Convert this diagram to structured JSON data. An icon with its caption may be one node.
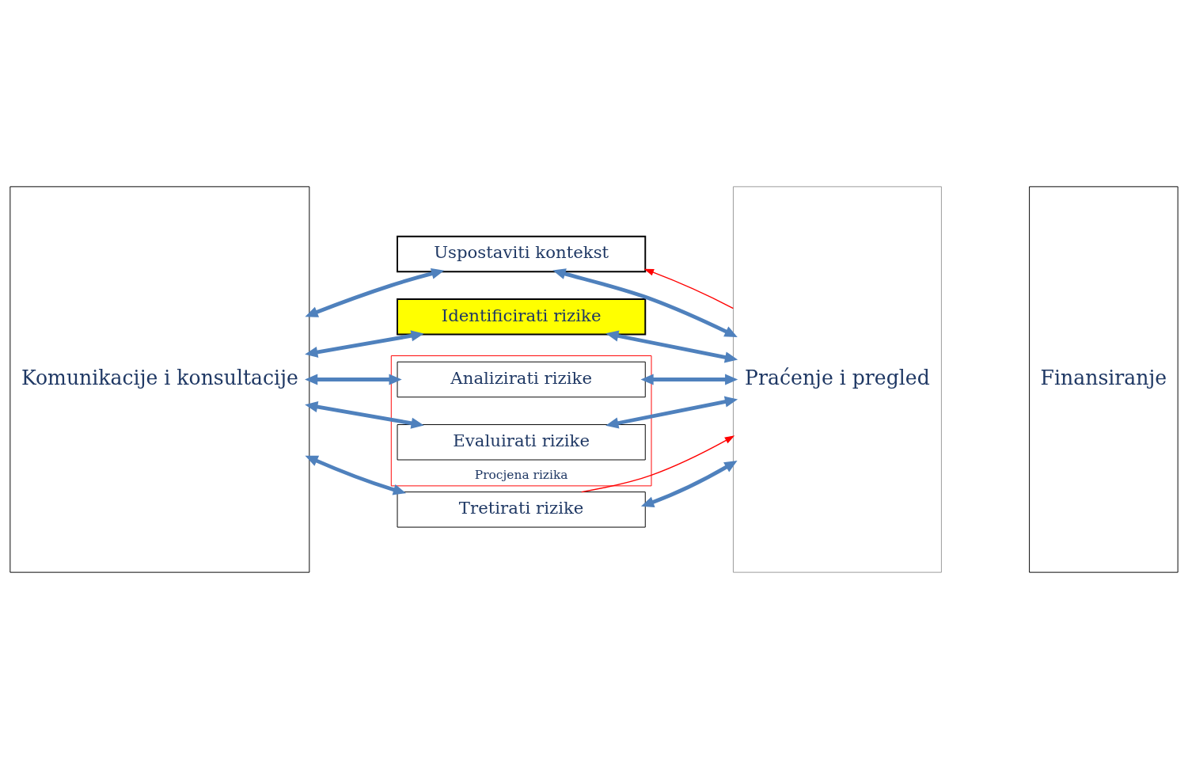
{
  "diagram": {
    "nodes": [
      {
        "text": [
          "Komunikacije i konsultacije"
        ]
      },
      {
        "text": [
          "Uspostaviti kontekst"
        ]
      },
      {
        "text": [
          "Identificirati rizike"
        ]
      },
      {
        "text": [
          "Procjena rizika"
        ]
      },
      {
        "text": [
          "Analizirati rizike"
        ],
        "in": 3
      },
      {
        "text": [
          "Evaluirati rizike"
        ],
        "in": 3
      },
      {
        "text": [
          "Tretirati rizike"
        ]
      },
      {
        "text": [
          "Praćenje i pregled"
        ]
      },
      {
        "text": [
          "Finansiranje"
        ]
      }
    ],
    "edges": [
      {
        "from": 0,
        "to": 1,
        "arrow": "both"
      },
      {
        "from": 0,
        "to": 2,
        "arrow": "both"
      },
      {
        "from": 0,
        "to": 4,
        "arrow": "both"
      },
      {
        "from": 0,
        "to": 5,
        "arrow": "both"
      },
      {
        "from": 0,
        "to": 6,
        "arrow": "both"
      },
      {
        "from": 1,
        "to": 7,
        "arrow": "both"
      },
      {
        "from": 2,
        "to": 7,
        "arrow": "both"
      },
      {
        "from": 4,
        "to": 7,
        "arrow": "both"
      },
      {
        "from": 5,
        "to": 7,
        "arrow": "both"
      },
      {
        "from": 6,
        "to": 7,
        "arrow": "both"
      },
      {
        "from": 7,
        "to": 1,
        "arrow": "to",
        "color": "#ff0000"
      },
      {
        "from": 6,
        "to": 7,
        "arrow": "to",
        "color": "#ff0000"
      }
    ]
  }
}
